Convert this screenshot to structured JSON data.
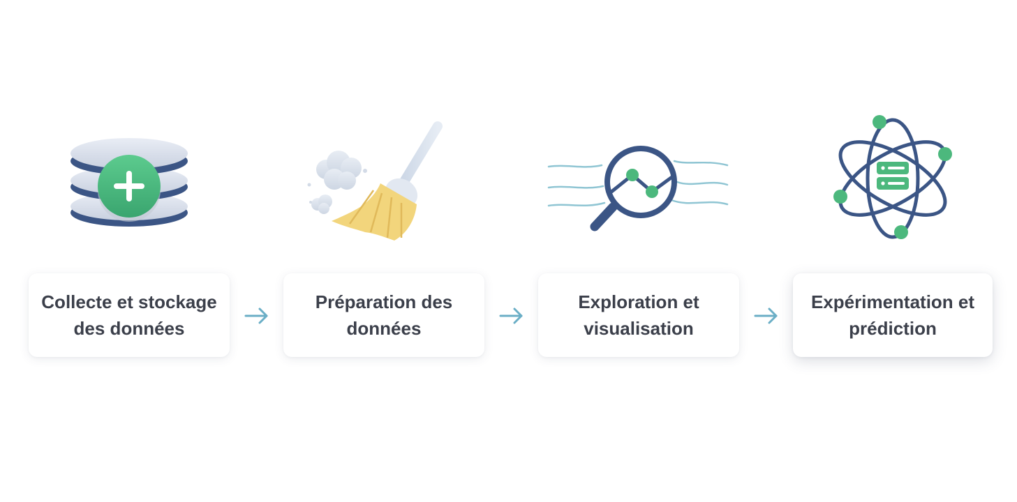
{
  "steps": [
    {
      "label": "Collecte et stockage des données",
      "icon": "database-add-icon"
    },
    {
      "label": "Préparation des données",
      "icon": "broom-icon"
    },
    {
      "label": "Exploration et visualisation",
      "icon": "magnifier-chart-icon"
    },
    {
      "label": "Expérimentation et prédiction",
      "icon": "atom-server-icon"
    }
  ],
  "connectors": [
    "arrow-right-icon",
    "arrow-right-icon",
    "arrow-right-icon"
  ],
  "colors": {
    "navy": "#3b5585",
    "green": "#4cb87d",
    "teal": "#6aaec6",
    "yellow": "#f2d57c",
    "text": "#3b3f4a"
  }
}
